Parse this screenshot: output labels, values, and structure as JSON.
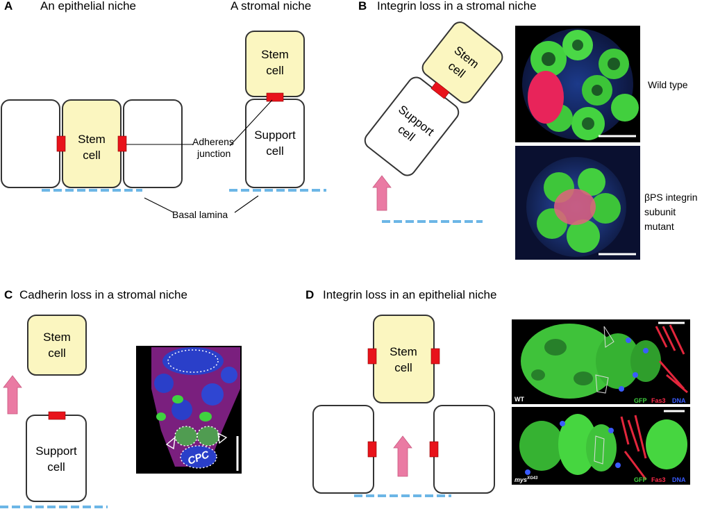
{
  "panels": {
    "A": {
      "letter": "A",
      "epithelial_title": "An epithelial niche",
      "stromal_title": "A stromal niche",
      "stem_line1": "Stem",
      "stem_line2": "cell",
      "support_line1": "Support",
      "support_line2": "cell",
      "adherens_line1": "Adherens",
      "adherens_line2": "junction",
      "basal_lamina": "Basal lamina"
    },
    "B": {
      "letter": "B",
      "title": "Integrin loss in a stromal niche",
      "stem_line1": "Stem",
      "stem_line2": "cell",
      "support_line1": "Support",
      "support_line2": "cell",
      "wild_type": "Wild type",
      "mutant_line1": "βPS integrin",
      "mutant_line2": "subunit",
      "mutant_line3": "mutant"
    },
    "C": {
      "letter": "C",
      "title": "Cadherin loss in a stromal niche",
      "stem_line1": "Stem",
      "stem_line2": "cell",
      "support_line1": "Support",
      "support_line2": "cell",
      "cpc_label": "CPC"
    },
    "D": {
      "letter": "D",
      "title": "Integrin loss in an epithelial niche",
      "stem_line1": "Stem",
      "stem_line2": "cell",
      "wt_label": "WT",
      "mutant_label": "mys",
      "mutant_superscript": "XG43",
      "legend_gfp": "GFP",
      "legend_fas3": "Fas3",
      "legend_dna": "DNA"
    }
  },
  "colors": {
    "stem_fill": "#fbf6c0",
    "junction": "#e8131b",
    "basal_lamina": "#6cb6e6",
    "arrow": "#ea7aa3",
    "gfp": "#3fd23f",
    "fas3": "#ff2a4a",
    "dna": "#3a5cff"
  }
}
